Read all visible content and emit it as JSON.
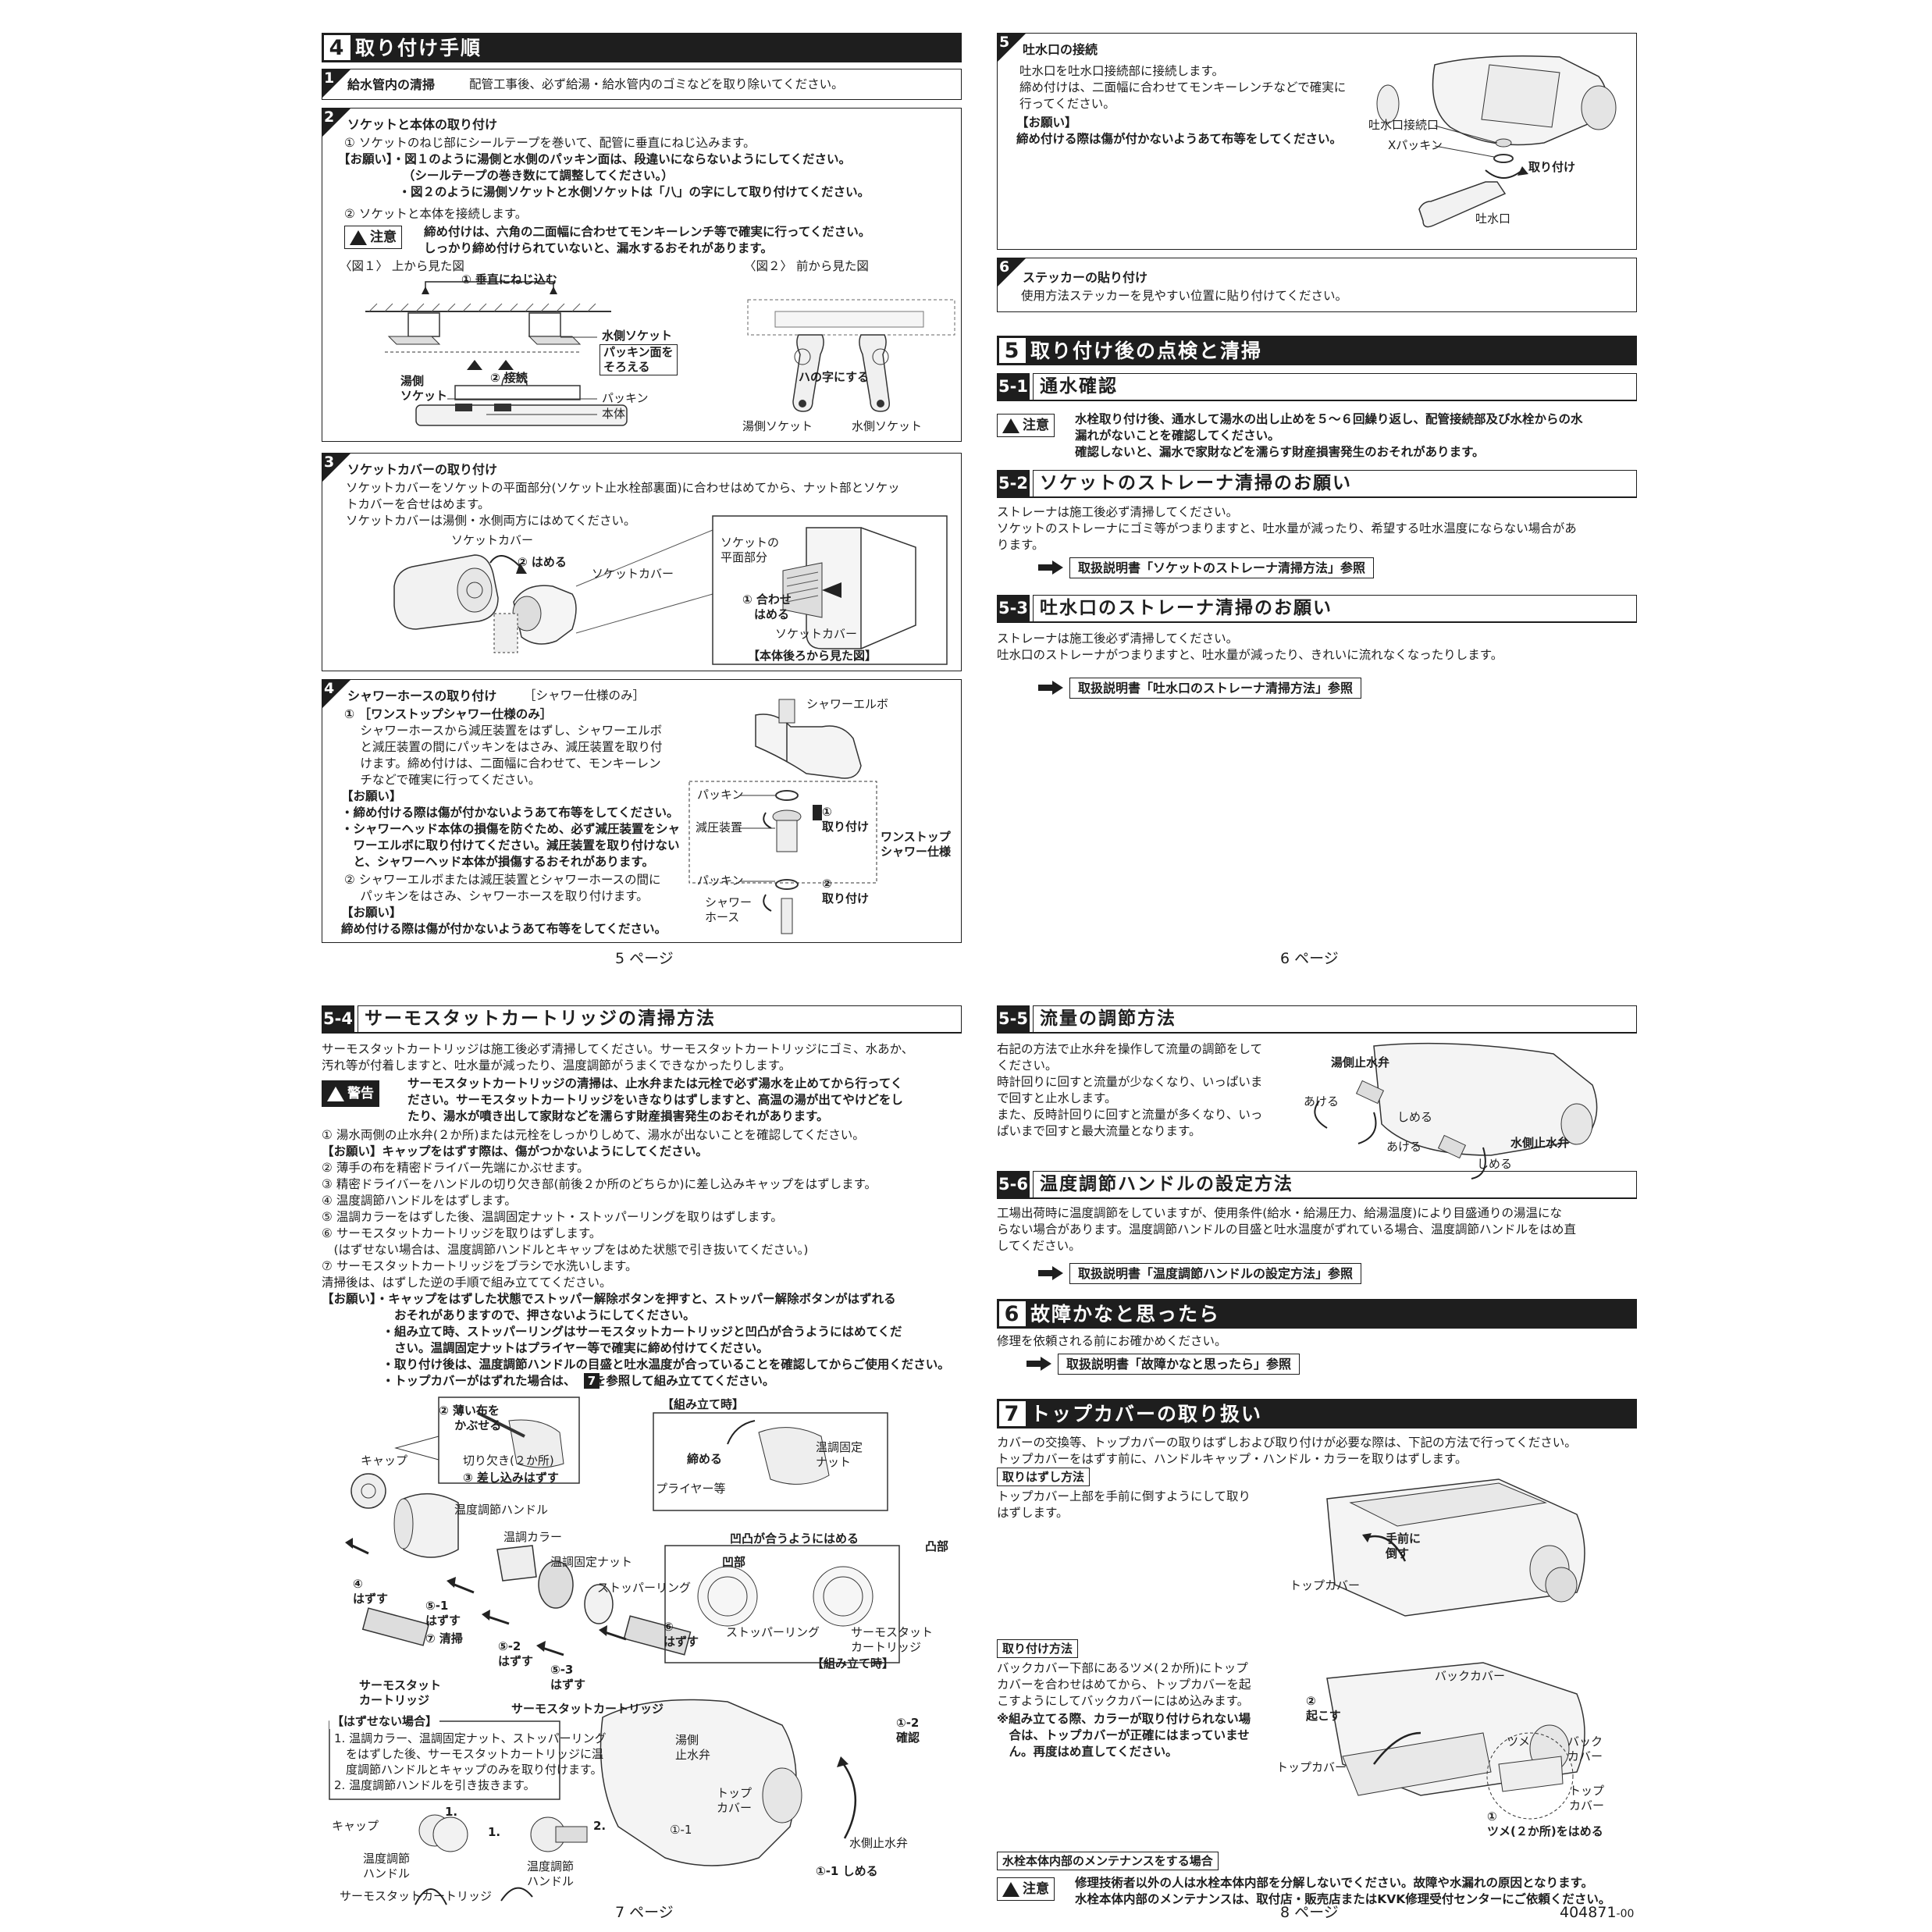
{
  "s4": {
    "num": "4",
    "title": "取り付け手順"
  },
  "b1": {
    "num": "1",
    "title": "給水管内の清掃",
    "text": "配管工事後、必ず給湯・給水管内のゴミなどを取り除いてください。"
  },
  "b2": {
    "num": "2",
    "title": "ソケットと本体の取り付け",
    "lines": [
      "① ソケットのねじ部にシールテープを巻いて、配管に垂直にねじ込みます。",
      "【お願い】・図１のように湯側と水側のパッキン面は、段違いにならないようにしてください。",
      "　　　　　 （シールテープの巻き数にて調整してください。）",
      "　　　　　・図２のように湯側ソケットと水側ソケットは「八」の字にして取り付けてください。",
      "② ソケットと本体を接続します。"
    ],
    "caution": "注意",
    "caution_text": "締め付けは、六角の二面幅に合わせてモンキーレンチ等で確実に行ってください。\nしっかり締め付けられていないと、漏水するおそれがあります。",
    "fig1": "〈図１〉 上から見た図",
    "fig2": "〈図２〉 前から見た図",
    "l_vertical": "① 垂直にねじ込む",
    "l_water_socket": "水側ソケット",
    "l_packing_align": "パッキン面を\nそろえる",
    "l_hot_socket": "湯側\nソケット",
    "l_connect": "② 接続",
    "l_packing": "パッキン",
    "l_body": "本体",
    "l_hachi": "ハの字にする",
    "l_hot_socket2": "湯側ソケット",
    "l_water_socket2": "水側ソケット"
  },
  "b3": {
    "num": "3",
    "title": "ソケットカバーの取り付け",
    "lines": [
      "ソケットカバーをソケットの平面部分(ソケット止水栓部裏面)に合わせはめてから、ナット部とソケッ",
      "トカバーを合せはめます。",
      "ソケットカバーは湯側・水側両方にはめてください。"
    ],
    "l_cover1": "ソケットカバー",
    "l_fit": "② はめる",
    "l_cover2": "ソケットカバー",
    "l_flat": "ソケットの\n平面部分",
    "l_align": "① 合わせ\n　はめる",
    "l_cover3": "ソケットカバー",
    "l_rear": "【本体後ろから見た図】"
  },
  "b4": {
    "num": "4",
    "title": "シャワーホースの取り付け",
    "title_sub": "［シャワー仕様のみ］",
    "lines": [
      "① ［ワンストップシャワー仕様のみ］",
      "　 シャワーホースから減圧装置をはずし、シャワーエルボ",
      "　 と減圧装置の間にパッキンをはさみ、減圧装置を取り付",
      "　 けます。締め付けは、二面幅に合わせて、モンキーレン",
      "　 チなどで確実に行ってください。"
    ],
    "req1": "【お願い】",
    "req1_lines": [
      "・締め付ける際は傷が付かないようあて布等をしてください。",
      "・シャワーヘッド本体の損傷を防ぐため、必ず減圧装置をシャ",
      "　ワーエルボに取り付けてください。減圧装置を取り付けない",
      "　と、シャワーヘッド本体が損傷するおそれがあります。"
    ],
    "lines2": [
      "② シャワーエルボまたは減圧装置とシャワーホースの間に",
      "　 パッキンをはさみ、シャワーホースを取り付けます。"
    ],
    "req2": "【お願い】",
    "req2_text": "締め付ける際は傷が付かないようあて布等をしてください。",
    "l_elbow": "シャワーエルボ",
    "l_pk1": "パッキン",
    "l_reducer": "減圧装置",
    "l_install1": "①\n取り付け",
    "l_onestop": "ワンストップ\nシャワー仕様",
    "l_pk2": "パッキン",
    "l_hose": "シャワー\nホース",
    "l_install2": "②\n取り付け"
  },
  "page5": "5 ページ",
  "b5": {
    "num": "5",
    "title": "吐水口の接続",
    "lines": [
      "吐水口を吐水口接続部に接続します。",
      "締め付けは、二面幅に合わせてモンキーレンチなどで確実に",
      "行ってください。"
    ],
    "req": "【お願い】",
    "req_text": "締め付ける際は傷が付かないようあて布等をしてください。",
    "l_port": "吐水口接続口",
    "l_xpk": "Xパッキン",
    "l_install": "取り付け",
    "l_spout": "吐水口"
  },
  "b6": {
    "num": "6",
    "title": "ステッカーの貼り付け",
    "text": "使用方法ステッカーを見やすい位置に貼り付けてください。"
  },
  "s5": {
    "num": "5",
    "title": "取り付け後の点検と清掃"
  },
  "s51": {
    "num": "5-1",
    "title": "通水確認",
    "caution": "注意",
    "text": "水栓取り付け後、通水して湯水の出し止めを５～６回繰り返し、配管接続部及び水栓からの水\n漏れがないことを確認してください。\n確認しないと、漏水で家財などを濡らす財産損害発生のおそれがあります。"
  },
  "s52": {
    "num": "5-2",
    "title": "ソケットのストレーナ清掃のお願い",
    "text": "ストレーナは施工後必ず清掃してください。\nソケットのストレーナにゴミ等がつまりますと、吐水量が減ったり、希望する吐水温度にならない場合があ\nります。",
    "ref": "取扱説明書「ソケットのストレーナ清掃方法」参照"
  },
  "s53": {
    "num": "5-3",
    "title": "吐水口のストレーナ清掃のお願い",
    "text": "ストレーナは施工後必ず清掃してください。\n吐水口のストレーナがつまりますと、吐水量が減ったり、きれいに流れなくなったりします。",
    "ref": "取扱説明書「吐水口のストレーナ清掃方法」参照"
  },
  "page6": "6 ページ",
  "s54": {
    "num": "5-4",
    "title": "サーモスタットカートリッジの清掃方法",
    "intro": "サーモスタットカートリッジは施工後必ず清掃してください。サーモスタットカートリッジにゴミ、水あか、\n汚れ等が付着しますと、吐水量が減ったり、温度調節がうまくできなかったりします。",
    "warn": "警告",
    "warn_text": "サーモスタットカートリッジの清掃は、止水弁または元栓で必ず湯水を止めてから行ってく\nださい。サーモスタットカートリッジをいきなりはずしますと、高温の湯が出てやけどをし\nたり、湯水が噴き出して家財などを濡らす財産損害発生のおそれがあります。",
    "steps": [
      "① 湯水両側の止水弁(２か所)または元栓をしっかりしめて、湯水が出ないことを確認してください。",
      "【お願い】キャップをはずす際は、傷がつかないようにしてください。",
      "② 薄手の布を精密ドライバー先端にかぶせます。",
      "③ 精密ドライバーをハンドルの切り欠き部(前後２か所のどちらか)に差し込みキャップをはずします。",
      "④ 温度調節ハンドルをはずします。",
      "⑤ 温調カラーをはずした後、温調固定ナット・ストッパーリングを取りはずします。",
      "⑥ サーモスタットカートリッジを取りはずします。",
      "　(はずせない場合は、温度調節ハンドルとキャップをはめた状態で引き抜いてください。)",
      "⑦ サーモスタットカートリッジをブラシで水洗いします。",
      "清掃後は、はずした逆の手順で組み立ててください。",
      "【お願い】・キャップをはずした状態でストッパー解除ボタンを押すと、ストッパー解除ボタンがはずれる",
      "　　　　　　おそれがありますので、押さないようにしてください。",
      "　　　　　・組み立て時、ストッパーリングはサーモスタットカートリッジと凹凸が合うようにはめてくだ",
      "　　　　　　さい。温調固定ナットはプライヤー等で確実に締め付けてください。",
      "　　　　　・取り付け後は、温度調節ハンドルの目盛と吐水温度が合っていることを確認してからご使用ください。",
      "　　　　　・トップカバーがはずれた場合は、　　を参照して組み立ててください。"
    ],
    "ref7": "7",
    "l_cloth": "② 薄い布を\n　 かぶせる",
    "l_cap": "キャップ",
    "l_notch": "切り欠き(２か所)",
    "l_insert": "③ 差し込みはずす",
    "l_handle": "温度調節ハンドル",
    "l_collar": "温調カラー",
    "l_nut": "温調固定ナット",
    "l_stopper": "ストッパーリング",
    "l_remove4": "④\nはずす",
    "l_remove51": "⑤-1\nはずす",
    "l_clean": "⑦ 清掃",
    "l_remove52": "⑤-2\nはずす",
    "l_remove53": "⑤-3\nはずす",
    "l_remove6": "⑥\nはずす",
    "l_thermo": "サーモスタット\nカートリッジ",
    "l_thermo2": "サーモスタットカートリッジ",
    "l_assembly": "【組み立て時】",
    "l_tighten": "締める",
    "l_nut2": "温調固定\nナット",
    "l_plier": "プライヤー等",
    "l_fit": "凹凸が合うようにはめる",
    "l_concave": "凹部",
    "l_convex": "凸部",
    "l_stopper2": "ストッパーリング",
    "l_thermo3": "サーモスタット\nカートリッジ",
    "l_assembly2": "【組み立て時】",
    "cannot_title": "【はずせない場合】",
    "cannot_lines": [
      "1. 温調カラー、温調固定ナット、ストッパーリング",
      "　をはずした後、サーモスタットカートリッジに温",
      "　度調節ハンドルとキャップのみを取り付けます。",
      "2. 温度調節ハンドルを引き抜きます。"
    ],
    "l_cap2": "キャップ",
    "l_one": "1.",
    "l_one2": "1.",
    "l_two": "2.",
    "l_handle2": "温度調節\nハンドル",
    "l_handle3": "温度調節\nハンドル",
    "l_thermo4": "サーモスタットカートリッジ",
    "l_hot_valve": "湯側\n止水弁",
    "l_topcover": "トップ\nカバー",
    "l_12": "①-2\n確認",
    "l_11": "①-1",
    "l_water_valve": "水側止水弁",
    "l_11b": "①-1 しめる"
  },
  "page7": "7 ページ",
  "s55": {
    "num": "5-5",
    "title": "流量の調節方法",
    "text": "右記の方法で止水弁を操作して流量の調節をして\nください。\n時計回りに回すと流量が少なくなり、いっぱいま\nで回すと止水します。\nまた、反時計回りに回すと流量が多くなり、いっ\nぱいまで回すと最大流量となります。",
    "l_hot": "湯側止水弁",
    "l_open1": "あける",
    "l_close1": "しめる",
    "l_open2": "あける",
    "l_close2": "しめる",
    "l_water": "水側止水弁"
  },
  "s56": {
    "num": "5-6",
    "title": "温度調節ハンドルの設定方法",
    "text": "工場出荷時に温度調節をしていますが、使用条件(給水・給湯圧力、給湯温度)により目盛通りの湯温にな\nらない場合があります。温度調節ハンドルの目盛と吐水温度がずれている場合、温度調節ハンドルをはめ直\nしてください。",
    "ref": "取扱説明書「温度調節ハンドルの設定方法」参照"
  },
  "s6": {
    "num": "6",
    "title": "故障かなと思ったら",
    "text": "修理を依頼される前にお確かめください。",
    "ref": "取扱説明書「故障かなと思ったら」参照"
  },
  "s7": {
    "num": "7",
    "title": "トップカバーの取り扱い",
    "text": "カバーの交換等、トップカバーの取りはずしおよび取り付けが必要な際は、下記の方法で行ってください。\nトップカバーをはずす前に、ハンドルキャップ・ハンドル・カラーを取りはずします。",
    "remove_tag": "取りはずし方法",
    "remove_text": "トップカバー上部を手前に倒すようにして取り\nはずします。",
    "l_tilt": "手前に\n倒す",
    "l_topcover": "トップカバー",
    "attach_tag": "取り付け方法",
    "attach_text": "バックカバー下部にあるツメ(２か所)にトップ\nカバーを合わせはめてから、トップカバーを起\nこすようにしてバックカバーにはめ込みます。",
    "attach_note": "※組み立てる際、カラーが取り付けられない場\n　合は、トップカバーが正確にはまっていませ\n　ん。再度はめ直してください。",
    "l_backcover": "バックカバー",
    "l_raise": "②\n起こす",
    "l_topcover2": "トップカバー",
    "l_tsume": "ツメ",
    "l_back2": "バック\nカバー",
    "l_top3": "トップ\nカバー",
    "l_tsume2": "①\nツメ(２か所)をはめる"
  },
  "maint": {
    "tag": "水栓本体内部のメンテナンスをする場合",
    "caution": "注意",
    "text": "修理技術者以外の人は水栓本体内部を分解しないでください。故障や水漏れの原因となります。\n水栓本体内部のメンテナンスは、取付店・販売店またはKVK修理受付センターにご依頼ください。"
  },
  "page8": "8 ページ",
  "doc_no": "404871",
  "doc_rev": "-00"
}
